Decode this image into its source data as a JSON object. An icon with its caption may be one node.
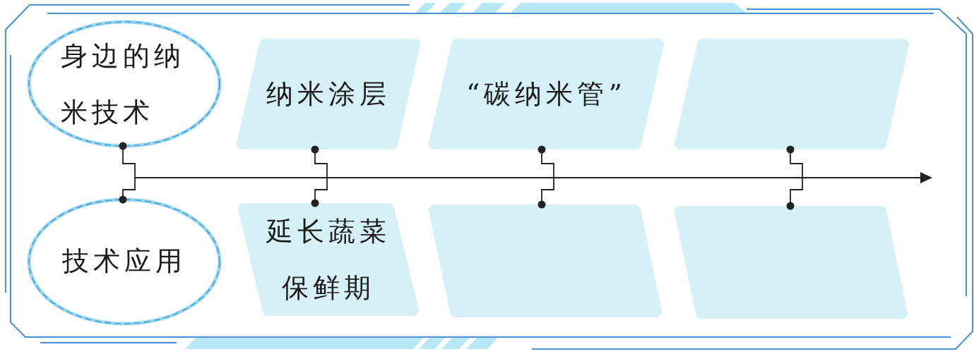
{
  "diagram": {
    "nodes": [
      {
        "text": [
          "身边的纳米技术"
        ]
      },
      {
        "text": [
          "纳米涂层"
        ]
      },
      {
        "text": [
          "“碳纳米管”"
        ]
      },
      {
        "text": [],
        "shape": "parallelogram"
      },
      {
        "text": [
          "技术应用"
        ]
      },
      {
        "text": [
          "延长蔬菜保鲜期"
        ]
      },
      {
        "text": [],
        "shape": "parallelogram"
      },
      {
        "text": [],
        "shape": "parallelogram"
      }
    ],
    "edges": [
      {
        "from": 0,
        "to": 4,
        "arrow": "other"
      },
      {
        "from": 1,
        "to": 5,
        "arrow": "other"
      },
      {
        "from": 2,
        "to": 6,
        "arrow": "other"
      },
      {
        "from": 3,
        "to": 7,
        "arrow": "other"
      }
    ]
  }
}
